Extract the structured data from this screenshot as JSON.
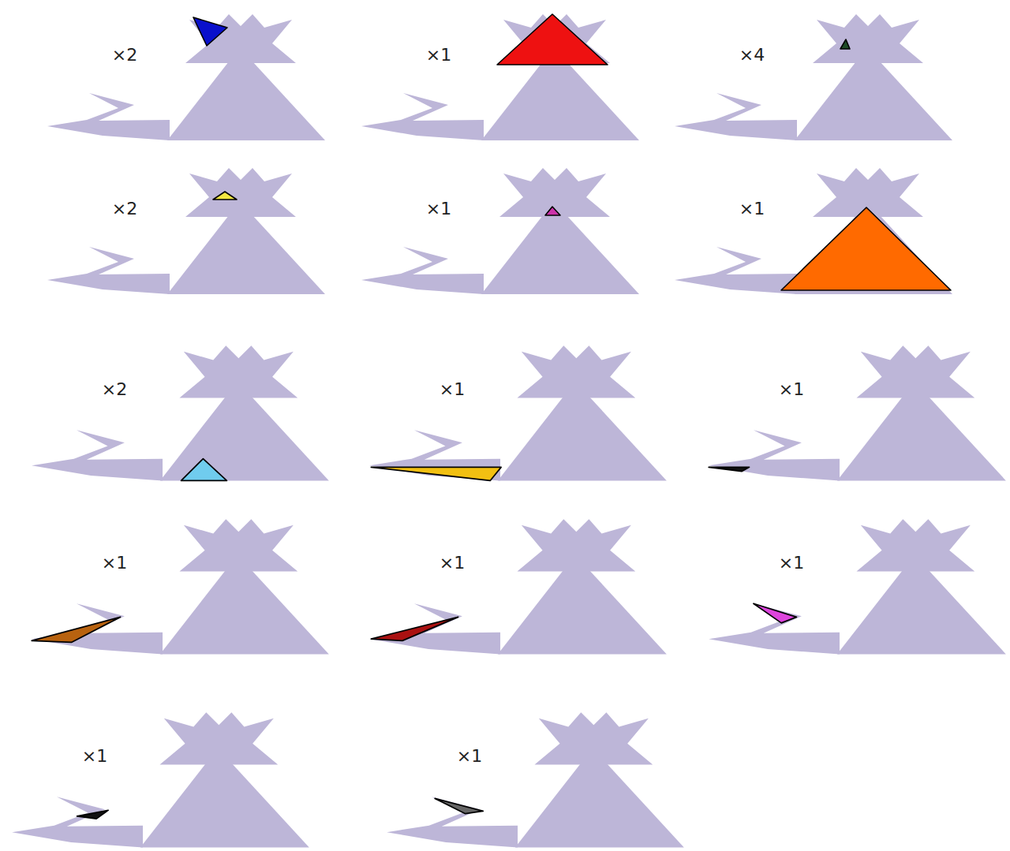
{
  "diagram": {
    "labels": [
      "×2",
      "×1",
      "×4",
      "×2",
      "×1",
      "×1",
      "×2",
      "×1",
      "×1",
      "×1",
      "×1",
      "×1",
      "×1",
      "×1"
    ]
  }
}
